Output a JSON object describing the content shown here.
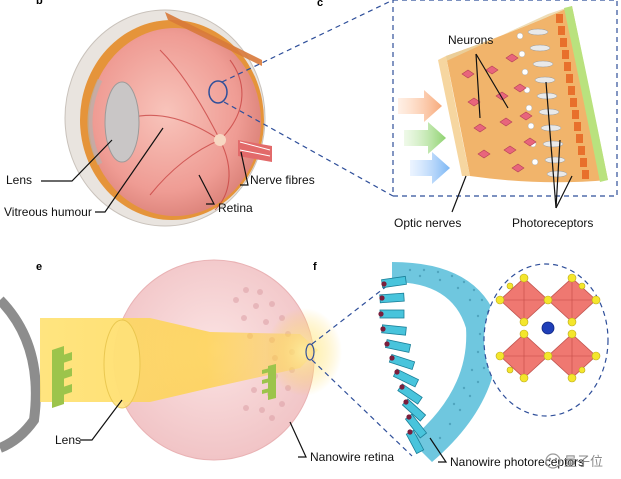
{
  "panels": {
    "b": "b",
    "c": "c",
    "e": "e",
    "f": "f"
  },
  "labels": {
    "lens_top": "Lens",
    "vitreous": "Vitreous humour",
    "retina": "Retina",
    "nerve_fibres": "Nerve fibres",
    "neurons": "Neurons",
    "optic_nerves": "Optic nerves",
    "photoreceptors": "Photoreceptors",
    "lens_bottom": "Lens",
    "nanowire_retina": "Nanowire retina",
    "nanowire_photoreceptors": "Nanowire photoreceptors"
  },
  "watermark": "量子位",
  "colors": {
    "eye_pink": "#f3a9a3",
    "sclera": "#e8e2dc",
    "guide_blue": "#2f4f9a",
    "neuron_pink": "#e8657c",
    "retina_green": "#b9e27e",
    "retina_orange": "#e8702c",
    "nanowire_cyan": "#48c4dc",
    "glow_yellow": "#ffd84a",
    "octahedron_red": "#ee6a62",
    "atom_yellow": "#f4e62c",
    "atom_blue": "#1f3fb8"
  }
}
